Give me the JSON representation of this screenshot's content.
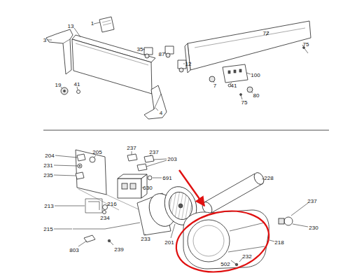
{
  "diagram": {
    "labels": [
      "1",
      "13",
      "3",
      "35",
      "87",
      "12",
      "19",
      "41",
      "4",
      "72",
      "75",
      "100",
      "7",
      "41",
      "75",
      "80",
      "204",
      "205",
      "237",
      "237",
      "203",
      "231",
      "235",
      "691",
      "228",
      "630",
      "213",
      "216",
      "234",
      "237",
      "230",
      "215",
      "233",
      "201",
      "218",
      "803",
      "239",
      "502",
      "232"
    ]
  }
}
